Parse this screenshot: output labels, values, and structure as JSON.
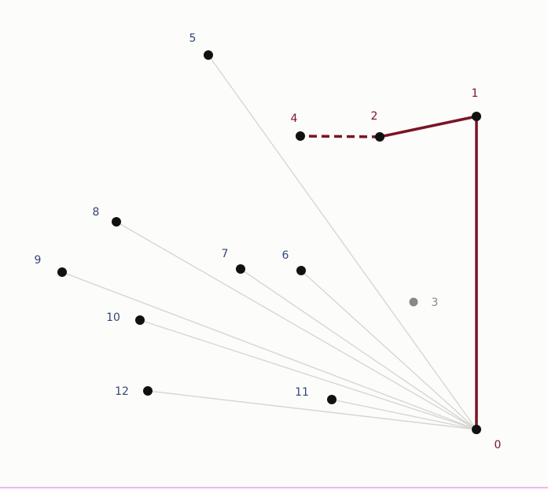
{
  "colors": {
    "hull": "#7a1424",
    "hull_label": "#7a1424",
    "pending_label": "#33467a",
    "inactive_label": "#8a8a8a",
    "ray": "#d6d6d2",
    "point": "#111111",
    "point_inactive": "#888888",
    "page_border": "#f0b6ee"
  },
  "points": [
    {
      "id": "0",
      "label": "0",
      "state": "hull"
    },
    {
      "id": "1",
      "label": "1",
      "state": "hull"
    },
    {
      "id": "2",
      "label": "2",
      "state": "hull"
    },
    {
      "id": "3",
      "label": "3",
      "state": "inactive"
    },
    {
      "id": "4",
      "label": "4",
      "state": "hull"
    },
    {
      "id": "5",
      "label": "5",
      "state": "pending"
    },
    {
      "id": "6",
      "label": "6",
      "state": "pending"
    },
    {
      "id": "7",
      "label": "7",
      "state": "pending"
    },
    {
      "id": "8",
      "label": "8",
      "state": "pending"
    },
    {
      "id": "9",
      "label": "9",
      "state": "pending"
    },
    {
      "id": "10",
      "label": "10",
      "state": "pending"
    },
    {
      "id": "11",
      "label": "11",
      "state": "pending"
    },
    {
      "id": "12",
      "label": "12",
      "state": "pending"
    }
  ],
  "hull_edges": [
    {
      "from": "0",
      "to": "1",
      "style": "solid"
    },
    {
      "from": "1",
      "to": "2",
      "style": "solid"
    },
    {
      "from": "2",
      "to": "4",
      "style": "dashed"
    }
  ],
  "rays": [
    {
      "from": "0",
      "to": "5"
    },
    {
      "from": "0",
      "to": "6"
    },
    {
      "from": "0",
      "to": "7"
    },
    {
      "from": "0",
      "to": "8"
    },
    {
      "from": "0",
      "to": "9"
    },
    {
      "from": "0",
      "to": "10"
    },
    {
      "from": "0",
      "to": "11"
    },
    {
      "from": "0",
      "to": "12"
    }
  ]
}
